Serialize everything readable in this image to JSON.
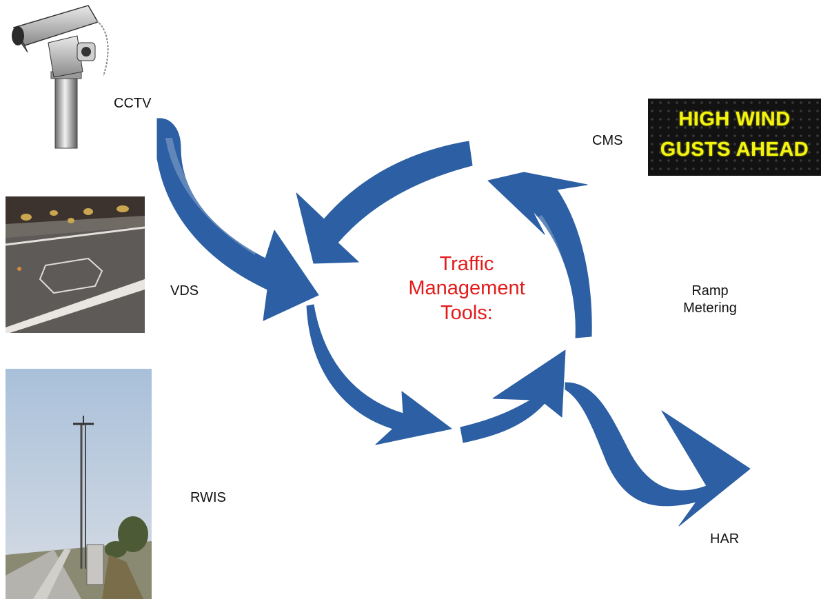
{
  "center": {
    "line1": "Traffic",
    "line2": "Management",
    "line3": "Tools:"
  },
  "labels": {
    "cctv": "CCTV",
    "vds": "VDS",
    "rwis": "RWIS",
    "cms": "CMS",
    "ramp_line1": "Ramp",
    "ramp_line2": "Metering",
    "har": "HAR"
  },
  "cms_sign": {
    "line1": "HIGH WIND",
    "line2": "GUSTS AHEAD"
  },
  "colors": {
    "arrow": "#2c5fa3",
    "title": "#e31b1b",
    "sign_text": "#f4f410"
  }
}
